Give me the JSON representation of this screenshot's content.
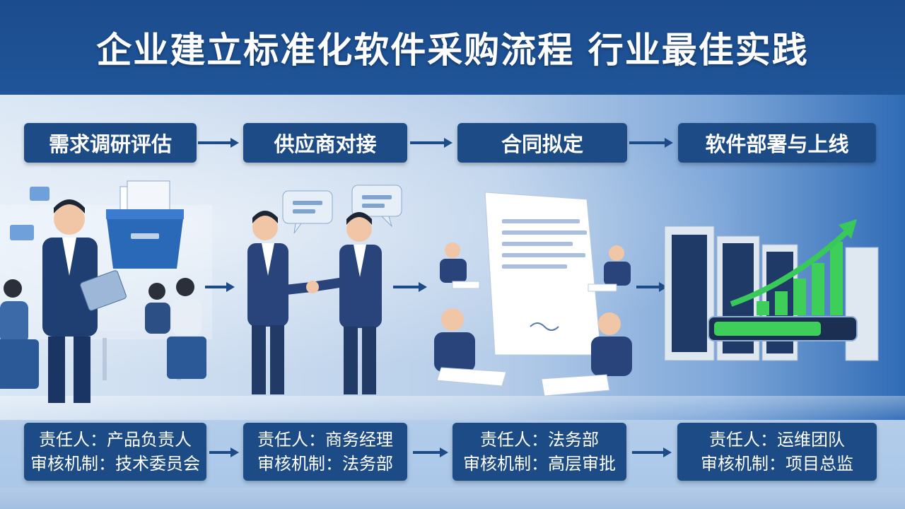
{
  "title": "企业建立标准化软件采购流程 行业最佳实践",
  "steps": [
    {
      "label": "需求调研评估"
    },
    {
      "label": "供应商对接"
    },
    {
      "label": "合同拟定"
    },
    {
      "label": "软件部署与上线"
    }
  ],
  "responsibility": [
    {
      "owner": "责任人：产品负责人",
      "review": "审核机制：技术委员会"
    },
    {
      "owner": "责任人：商务经理",
      "review": "审核机制：法务部"
    },
    {
      "owner": "责任人：法务部",
      "review": "审核机制：高层审批"
    },
    {
      "owner": "责任人：运维团队",
      "review": "审核机制：项目总监"
    }
  ],
  "colors": {
    "banner": "#1c4c8d",
    "box": "#1d4b86",
    "progress": "#3ecf5a",
    "growth_arrow": "#39c85a"
  },
  "deployment_progress": 0.78
}
